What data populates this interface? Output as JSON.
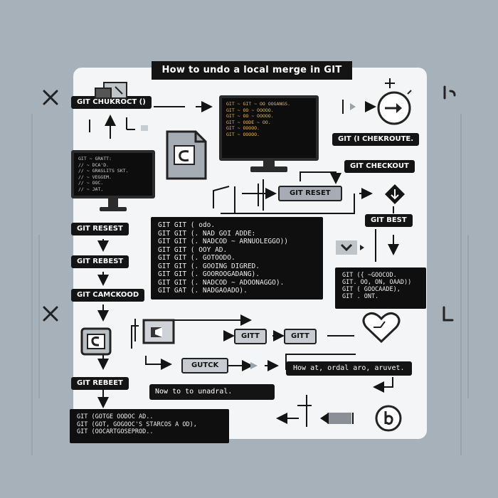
{
  "title": "How to undo a local merge in GIT",
  "labels": {
    "checkout_top": "GIT CHUKROCT ()",
    "reset_left_1": "GIT RESEST",
    "reset_left_2": "GIT REBEST",
    "checkout_left": "GIT CAMCKOOD",
    "rebeet_left": "GIT REBEET",
    "checkout_right": "GIT (I chekroute.",
    "checkout_right_2": "GIT CHECKOUT",
    "reset_center": "GIT RESET",
    "bet_right": "GIT BEST",
    "gitt_1": "GITT",
    "gitt_2": "GITT",
    "gutck": "GUTCK",
    "how_text": "How at, ordal aro, aruvet.",
    "now_text": "Now to to unadral."
  },
  "code": {
    "center_block": "GIT GIT ( odo.\nGIT GIT (. NAD GOI ADDE:\nGIT GIT (. NADCOD ~ ARNUOLEGGO))\nGIT GIT ( OOY AD.\nGIT GIT (. GOTOODO.\nGIT GIT (. GOOING DIGRED.\nGIT GIT (. GOOROOGADANG).\nGIT GIT (. NADCOD ~ ADOONAGGO).\nGIT GAT (. NADGAOADO).",
    "right_block": "GIT ({ ~GOOCOD.\nGIT. OO, ON, OAAD))\nGIT ( GOOCAADE),\nGIT . ONT.",
    "bottom_block": "GIT (GOTGE OODOC AD..\nGIT (GOT, GOGOOC'S STARCOS A OD),\nGIT (OOCARTGOSEPROD.."
  },
  "screens": {
    "left_monitor": "GIT ~ GRATT:\n// ~ DCA'D.\n// ~ GRASLITS SKT.\n// ~ VEGGEM.\n// ~ OOC.\n// ~ JAT.",
    "top_monitor": "GIT ~ GIT ~ OO OOGANGS.\nGIT ~ OO ~ OOOOO.\nGIT ~ OO ~ OOOOO.\nGIT ~ OODE ~ OO.\nGIT ~ OOOOO.\nGIT ~ OOOOO."
  },
  "colors": {
    "background": "#a7b1ba",
    "panel": "#f4f5f6",
    "dark": "#141414",
    "accent_gray": "#a6acb3",
    "code_yellow": "#e3b65a"
  },
  "icons": [
    "document-icon",
    "merge-icon",
    "heart-icon",
    "arrow-circle-icon",
    "diamond-down-icon",
    "chevron-down-icon",
    "undo-icon",
    "folder-icon"
  ]
}
